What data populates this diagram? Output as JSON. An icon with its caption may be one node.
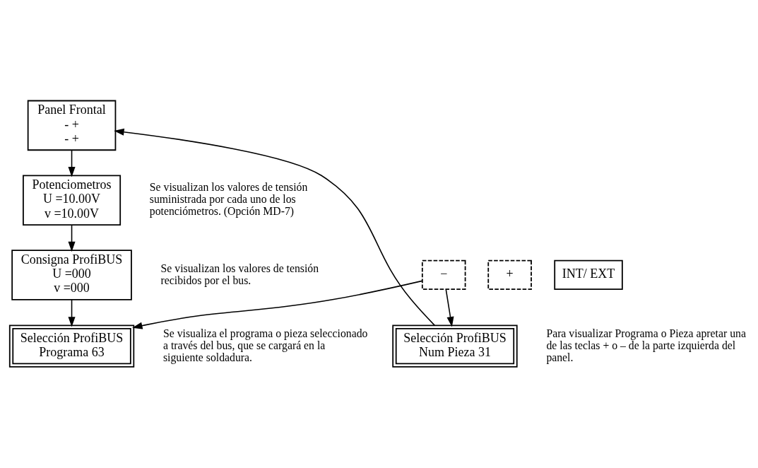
{
  "diagram": {
    "nodes": [
      {
        "text": [
          "Panel Frontal",
          "- +",
          "- +"
        ]
      },
      {
        "text": [
          "Potenciometros",
          "U =10.00V",
          "v =10.00V"
        ],
        "beside": [
          "Se visualizan los valores de tensión suministrada por cada uno de los potenciómetros. (Opción MD-7)"
        ]
      },
      {
        "text": [
          "Consigna ProfiBUS",
          "U =000",
          "v =000"
        ],
        "beside": [
          "Se visualizan los valores de tensión recibidos por el bus."
        ]
      },
      {
        "text": [
          "Selección ProfiBUS",
          "Programa 63"
        ],
        "beside": [
          "Se visualiza el programa o pieza seleccionado a través del bus, que se cargará en la siguiente soldadura."
        ]
      },
      {
        "text": [
          "Selección ProfiBUS",
          "Num Pieza 31"
        ],
        "beside": [
          "Para visualizar Programa o Pieza apretar una de las teclas + o – de la parte izquierda del panel."
        ]
      },
      {
        "text": [
          "INT/ EXT"
        ]
      },
      {
        "text": [
          "−"
        ]
      },
      {
        "text": [
          "+"
        ]
      }
    ],
    "edges": [
      {
        "from": 0,
        "to": 1,
        "arrow": "to"
      },
      {
        "from": 1,
        "to": 2,
        "arrow": "to"
      },
      {
        "from": 2,
        "to": 3,
        "arrow": "to"
      },
      {
        "from": 6,
        "to": 3,
        "arrow": "to"
      },
      {
        "from": 6,
        "to": 4,
        "arrow": "to"
      },
      {
        "from": 4,
        "to": 0,
        "arrow": "to"
      }
    ]
  }
}
